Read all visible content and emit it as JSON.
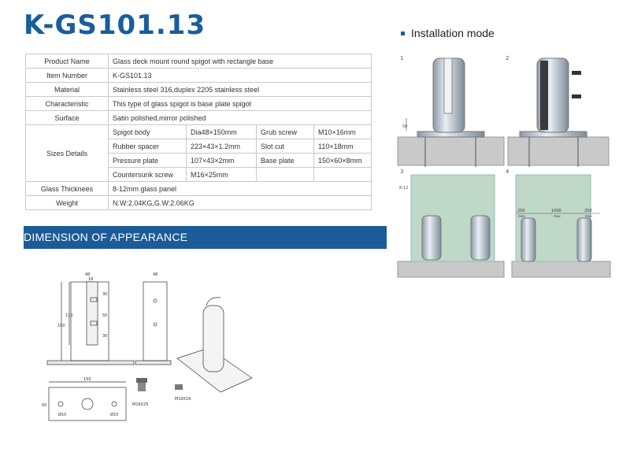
{
  "title": "K-GS101.13",
  "specs": {
    "product_name": {
      "label": "Product Name",
      "value": "Glass deck mount round spigot with rectangle base"
    },
    "item_number": {
      "label": "Item Number",
      "value": "K-GS101.13"
    },
    "material": {
      "label": "Material",
      "value": "Stainless steel 316,duplex 2205 stainless steel"
    },
    "characteristic": {
      "label": "Characteristic",
      "value": "This type of glass spigot is base plate spigot"
    },
    "surface": {
      "label": "Surface",
      "value": "Satin polished,mirror polished"
    },
    "sizes": {
      "label": "Sizes Details",
      "rows": [
        {
          "a": "Spigot body",
          "b": "Dia48×150mm",
          "c": "Grub screw",
          "d": "M10×16mm"
        },
        {
          "a": "Rubber spacer",
          "b": "223×43×1.2mm",
          "c": "Slot cut",
          "d": "110×18mm"
        },
        {
          "a": "Pressure plate",
          "b": "107×43×2mm",
          "c": "Base plate",
          "d": "150×60×8mm"
        },
        {
          "a": "Countersunk screw",
          "b": "M16×25mm",
          "c": "",
          "d": ""
        }
      ]
    },
    "glass_thickness": {
      "label": "Glass Thicknees",
      "value": "8-12mm glass panel"
    },
    "weight": {
      "label": "Weight",
      "value": "N.W:2.04KG,G.W:2.06KG"
    }
  },
  "dimension_banner": "DIMENSION OF APPEARANCE",
  "installation": {
    "label": "Installation mode",
    "steps": [
      "1",
      "2",
      "3",
      "4"
    ],
    "dim_50": "50",
    "glass_range": "8-12",
    "gap_left": "250",
    "gap_left_note": "max",
    "gap_mid": "1000",
    "gap_mid_note": "max",
    "gap_right": "250",
    "gap_right_note": "max"
  },
  "drawing": {
    "d48": "48",
    "d18": "18",
    "d150": "150",
    "d110": "110",
    "d30a": "30",
    "d50": "50",
    "d30b": "30",
    "side_width": "48",
    "base_len": "150",
    "base_h": "60",
    "hole_a": "Ø10",
    "hole_b": "Ø10",
    "screw_1": "M16X25",
    "screw_2": "M10X16"
  }
}
